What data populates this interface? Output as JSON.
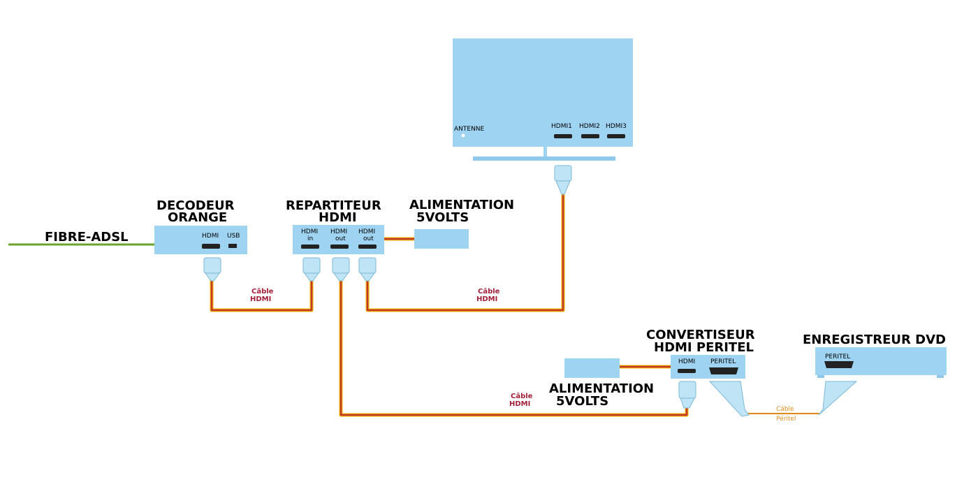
{
  "labels": {
    "fibre": "FIBRE-ADSL",
    "decodeur_l1": "DECODEUR",
    "decodeur_l2": "ORANGE",
    "repartiteur_l1": "REPARTITEUR",
    "repartiteur_l2": "HDMI",
    "alim1_l1": "ALIMENTATION",
    "alim1_l2": "5VOLTS",
    "alim2_l1": "ALIMENTATION",
    "alim2_l2": "5VOLTS",
    "convertisseur_l1": "CONVERTISEUR",
    "convertisseur_l2": "HDMI PERITEL",
    "enregistreur": "ENREGISTREUR DVD"
  },
  "ports": {
    "decodeur_hdmi": "HDMI",
    "decodeur_usb": "USB",
    "rep_in_l1": "HDMI",
    "rep_in_l2": "in",
    "rep_out1_l1": "HDMI",
    "rep_out1_l2": "out",
    "rep_out2_l1": "HDMI",
    "rep_out2_l2": "out",
    "tv_antenne": "ANTENNE",
    "tv_hdmi1": "HDMI1",
    "tv_hdmi2": "HDMI2",
    "tv_hdmi3": "HDMI3",
    "conv_hdmi": "HDMI",
    "conv_peritel": "PERITEL",
    "dvd_peritel": "PERITEL"
  },
  "cables": {
    "hdmi_l1": "Câble",
    "hdmi_l2": "HDMI",
    "peritel_l1": "Câble",
    "peritel_l2": "Péritel"
  },
  "colors": {
    "device": "#9fd3f2",
    "cable_hdmi": "#c0392b",
    "cable_outline": "#f0b000",
    "fibre": "#6aa52a",
    "peritel": "#e08a1a"
  }
}
